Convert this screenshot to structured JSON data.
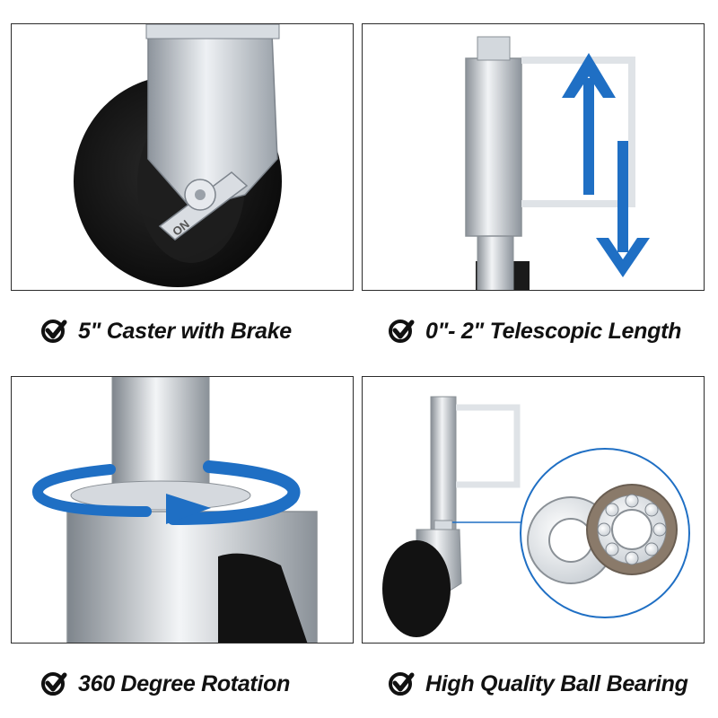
{
  "features": [
    {
      "caption": "5\" Caster with Brake"
    },
    {
      "caption": "0\"- 2\" Telescopic Length"
    },
    {
      "caption": "360 Degree Rotation"
    },
    {
      "caption": "High Quality Ball Bearing"
    }
  ],
  "icons": {
    "check": "check-circle-icon"
  },
  "colors": {
    "arrow_blue": "#1f6fc4",
    "rubber": "#141414",
    "metal": "#c9ced4",
    "text": "#111111"
  }
}
